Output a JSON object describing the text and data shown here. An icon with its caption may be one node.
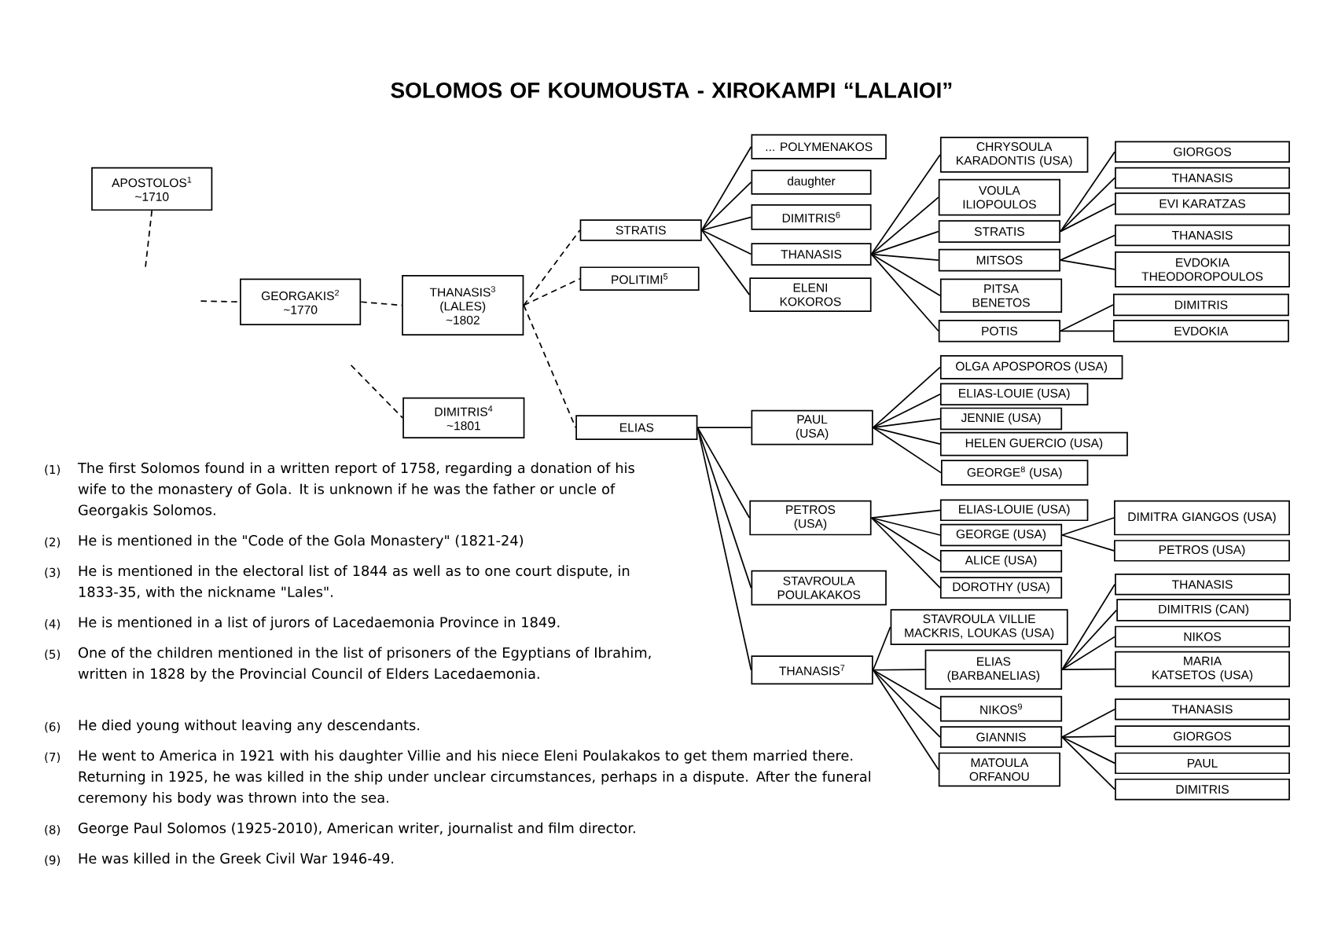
{
  "diagram": {
    "title": "SOLOMOS OF KOUMOUSTA - XIROKAMPI “LALAIOI”",
    "nodes": [
      {
        "text": [
          "APOSTOLOS$^{1}$",
          "~1710"
        ]
      },
      {
        "text": [
          "GEORGAKIS$^{2}$",
          "~1770"
        ]
      },
      {
        "text": [
          "THANASIS$^{3}$",
          "(LALES)",
          "~1802"
        ]
      },
      {
        "text": [
          "DIMITRIS$^{4}$",
          "~1801"
        ]
      },
      {
        "text": [
          "STRATIS"
        ]
      },
      {
        "text": [
          "POLITIMI$^{5}$"
        ]
      },
      {
        "text": [
          "ELIAS"
        ]
      },
      {
        "text": [
          "... POLYMENAKOS"
        ]
      },
      {
        "text": [
          "daughter"
        ]
      },
      {
        "text": [
          "DIMITRIS$^{6}$"
        ]
      },
      {
        "text": [
          "THANASIS"
        ]
      },
      {
        "text": [
          "ELENI KOKOROS"
        ]
      },
      {
        "text": [
          "CHRYSOULA KARADONTIS  (USA)"
        ]
      },
      {
        "text": [
          "VOULA ILIOPOULOS"
        ]
      },
      {
        "text": [
          "STRATIS"
        ]
      },
      {
        "text": [
          "MITSOS"
        ]
      },
      {
        "text": [
          "PITSA BENETOS"
        ]
      },
      {
        "text": [
          "POTIS"
        ]
      },
      {
        "text": [
          "GIORGOS"
        ]
      },
      {
        "text": [
          "THANASIS"
        ]
      },
      {
        "text": [
          "EVI  KARATZAS"
        ]
      },
      {
        "text": [
          "THANASIS"
        ]
      },
      {
        "text": [
          "EVDOKIA THEODOROPOULOS"
        ]
      },
      {
        "text": [
          "DIMITRIS"
        ]
      },
      {
        "text": [
          "EVDOKIA"
        ]
      },
      {
        "text": [
          "PAUL (USA)"
        ]
      },
      {
        "text": [
          "PETROS (USA)"
        ]
      },
      {
        "text": [
          "STAVROULA POULAKAKOS"
        ]
      },
      {
        "text": [
          "THANASIS$^{7}$"
        ]
      },
      {
        "text": [
          "OLGA APOSPOROS (USA)"
        ]
      },
      {
        "text": [
          "ELIAS-LOUIE (USA)"
        ]
      },
      {
        "text": [
          "JENNIE (USA)"
        ]
      },
      {
        "text": [
          "HELEN GUERCIO (USA)"
        ]
      },
      {
        "text": [
          "GEORGE$^{8}$ (USA)"
        ]
      },
      {
        "text": [
          "ELIAS-LOUIE (USA)"
        ]
      },
      {
        "text": [
          "GEORGE (USA)"
        ]
      },
      {
        "text": [
          "ALICE (USA)"
        ]
      },
      {
        "text": [
          "DOROTHY (USA)"
        ]
      },
      {
        "text": [
          "DIMITRA GIANGOS (USA)"
        ]
      },
      {
        "text": [
          "PETROS (USA)"
        ]
      },
      {
        "text": [
          "STAVROULA VILLIE MACKRIS, LOUKAS (USA)"
        ]
      },
      {
        "text": [
          "ELIAS (BARBANELIAS)"
        ]
      },
      {
        "text": [
          "NIKOS$^{9}$"
        ]
      },
      {
        "text": [
          "GIANNIS"
        ]
      },
      {
        "text": [
          "MATOULA ORFANOU"
        ]
      },
      {
        "text": [
          "THANASIS"
        ]
      },
      {
        "text": [
          "DIMITRIS (CAN)"
        ]
      },
      {
        "text": [
          "NIKOS"
        ]
      },
      {
        "text": [
          "MARIA KATSETOS (USA)"
        ]
      },
      {
        "text": [
          "THANASIS"
        ]
      },
      {
        "text": [
          "GIORGOS"
        ]
      },
      {
        "text": [
          "PAUL"
        ]
      },
      {
        "text": [
          "DIMITRIS"
        ]
      }
    ],
    "edges": [
      {
        "from": 0,
        "to": null,
        "arrow": "none",
        "style": "dashed"
      },
      {
        "from": null,
        "to": 1,
        "arrow": "none",
        "style": "dashed"
      },
      {
        "from": 1,
        "to": 2,
        "arrow": "none",
        "style": "dashed"
      },
      {
        "from": null,
        "to": 3,
        "arrow": "none",
        "style": "dashed"
      },
      {
        "from": 2,
        "to": 4,
        "arrow": "none",
        "style": "dashed"
      },
      {
        "from": 2,
        "to": 5,
        "arrow": "none",
        "style": "dashed"
      },
      {
        "from": 2,
        "to": 6,
        "arrow": "none",
        "style": "dashed"
      },
      {
        "from": 4,
        "to": 7,
        "arrow": "none"
      },
      {
        "from": 4,
        "to": 8,
        "arrow": "none"
      },
      {
        "from": 4,
        "to": 9,
        "arrow": "none"
      },
      {
        "from": 4,
        "to": 10,
        "arrow": "none"
      },
      {
        "from": 4,
        "to": 11,
        "arrow": "none"
      },
      {
        "from": 10,
        "to": 12,
        "arrow": "none"
      },
      {
        "from": 10,
        "to": 13,
        "arrow": "none"
      },
      {
        "from": 10,
        "to": 14,
        "arrow": "none"
      },
      {
        "from": 10,
        "to": 15,
        "arrow": "none"
      },
      {
        "from": 10,
        "to": 16,
        "arrow": "none"
      },
      {
        "from": 10,
        "to": 17,
        "arrow": "none"
      },
      {
        "from": 14,
        "to": 18,
        "arrow": "none"
      },
      {
        "from": 14,
        "to": 19,
        "arrow": "none"
      },
      {
        "from": 14,
        "to": 20,
        "arrow": "none"
      },
      {
        "from": 15,
        "to": 21,
        "arrow": "none"
      },
      {
        "from": 15,
        "to": 22,
        "arrow": "none"
      },
      {
        "from": 17,
        "to": 23,
        "arrow": "none"
      },
      {
        "from": 17,
        "to": 24,
        "arrow": "none"
      },
      {
        "from": 6,
        "to": 25,
        "arrow": "none"
      },
      {
        "from": 6,
        "to": 26,
        "arrow": "none"
      },
      {
        "from": 6,
        "to": 27,
        "arrow": "none"
      },
      {
        "from": 6,
        "to": 28,
        "arrow": "none"
      },
      {
        "from": 25,
        "to": 29,
        "arrow": "none"
      },
      {
        "from": 25,
        "to": 30,
        "arrow": "none"
      },
      {
        "from": 25,
        "to": 31,
        "arrow": "none"
      },
      {
        "from": 25,
        "to": 32,
        "arrow": "none"
      },
      {
        "from": 25,
        "to": 33,
        "arrow": "none"
      },
      {
        "from": 26,
        "to": 34,
        "arrow": "none"
      },
      {
        "from": 26,
        "to": 35,
        "arrow": "none"
      },
      {
        "from": 26,
        "to": 36,
        "arrow": "none"
      },
      {
        "from": 26,
        "to": 37,
        "arrow": "none"
      },
      {
        "from": 35,
        "to": 38,
        "arrow": "none"
      },
      {
        "from": 35,
        "to": 39,
        "arrow": "none"
      },
      {
        "from": 28,
        "to": 40,
        "arrow": "none"
      },
      {
        "from": 28,
        "to": 41,
        "arrow": "none"
      },
      {
        "from": 28,
        "to": 42,
        "arrow": "none"
      },
      {
        "from": 28,
        "to": 43,
        "arrow": "none"
      },
      {
        "from": 28,
        "to": 44,
        "arrow": "none"
      },
      {
        "from": 41,
        "to": 45,
        "arrow": "none"
      },
      {
        "from": 41,
        "to": 46,
        "arrow": "none"
      },
      {
        "from": 41,
        "to": 47,
        "arrow": "none"
      },
      {
        "from": 41,
        "to": 48,
        "arrow": "none"
      },
      {
        "from": 43,
        "to": 49,
        "arrow": "none"
      },
      {
        "from": 43,
        "to": 50,
        "arrow": "none"
      },
      {
        "from": 43,
        "to": 51,
        "arrow": "none"
      },
      {
        "from": 43,
        "to": 52,
        "arrow": "none"
      }
    ],
    "labels": [
      "(1)",
      "The first Solomos found in a written report of 1758, regarding a donation of his wife to the monastery of Gola. It is unknown if he was the father or uncle of Georgakis Solomos.",
      "(2)",
      "He is mentioned in the \"Code of the Gola Monastery\" (1821-24)",
      "(3)",
      "He is mentioned in the electoral list of 1844 as well as to one court dispute, in 1833-35, with the nickname \"Lales\".",
      "(4)",
      "He is mentioned in a list of jurors of Lacedaemonia Province in 1849.",
      "(5)",
      "One of the children mentioned in the list of prisoners of the Egyptians of Ibrahim, written in 1828 by the Provincial Council of Elders Lacedaemonia.",
      "(6)",
      "He died young without leaving any descendants.",
      "(7)",
      "He went to America in 1921 with his daughter Villie and his niece Eleni Poulakakos to get them married there. Returning in 1925, he was killed in the ship under unclear circumstances, perhaps in a dispute.  After the funeral ceremony his body was thrown into the sea.",
      "(8)",
      "George Paul Solomos (1925-2010), American writer, journalist and film director.",
      "(9)",
      "He was killed in the Greek Civil War 1946-49."
    ]
  }
}
